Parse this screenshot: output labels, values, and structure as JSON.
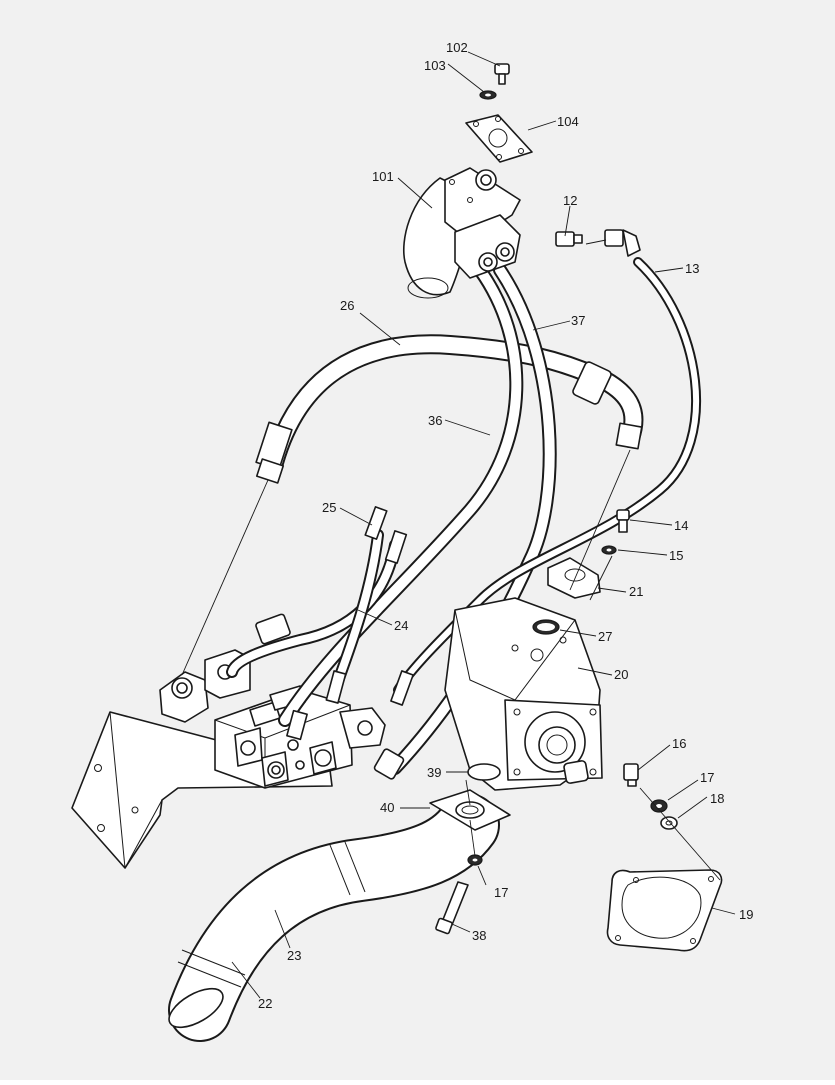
{
  "colors": {
    "background": "#f1f1f1",
    "line": "#1a1a1a",
    "fill": "#ffffff"
  },
  "callouts": {
    "c102": "102",
    "c103": "103",
    "c104": "104",
    "c101": "101",
    "c12": "12",
    "c13": "13",
    "c37": "37",
    "c26": "26",
    "c36": "36",
    "c25": "25",
    "c14": "14",
    "c15": "15",
    "c21": "21",
    "c24": "24",
    "c27": "27",
    "c20": "20",
    "c16": "16",
    "c39": "39",
    "c17a": "17",
    "c18": "18",
    "c40": "40",
    "c17b": "17",
    "c19": "19",
    "c38": "38",
    "c23": "23",
    "c22": "22"
  }
}
